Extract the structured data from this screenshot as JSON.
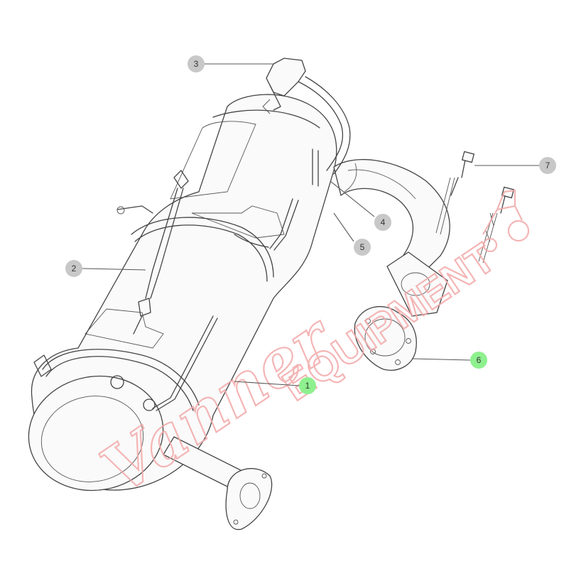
{
  "diagram": {
    "type": "exploded-parts-diagram",
    "callouts": [
      {
        "label": "1",
        "highlighted": true
      },
      {
        "label": "2",
        "highlighted": false
      },
      {
        "label": "3",
        "highlighted": false
      },
      {
        "label": "4",
        "highlighted": false
      },
      {
        "label": "5",
        "highlighted": false
      },
      {
        "label": "6",
        "highlighted": true
      },
      {
        "label": "7",
        "highlighted": false
      }
    ],
    "colors": {
      "callout_default": "#c8c8c8",
      "callout_highlight": "#8ef08e",
      "watermark": "#f2a8a8",
      "line": "#444444"
    }
  },
  "watermark": {
    "brand_script": "Vanner",
    "brand_block": "EQUIPMENT"
  }
}
